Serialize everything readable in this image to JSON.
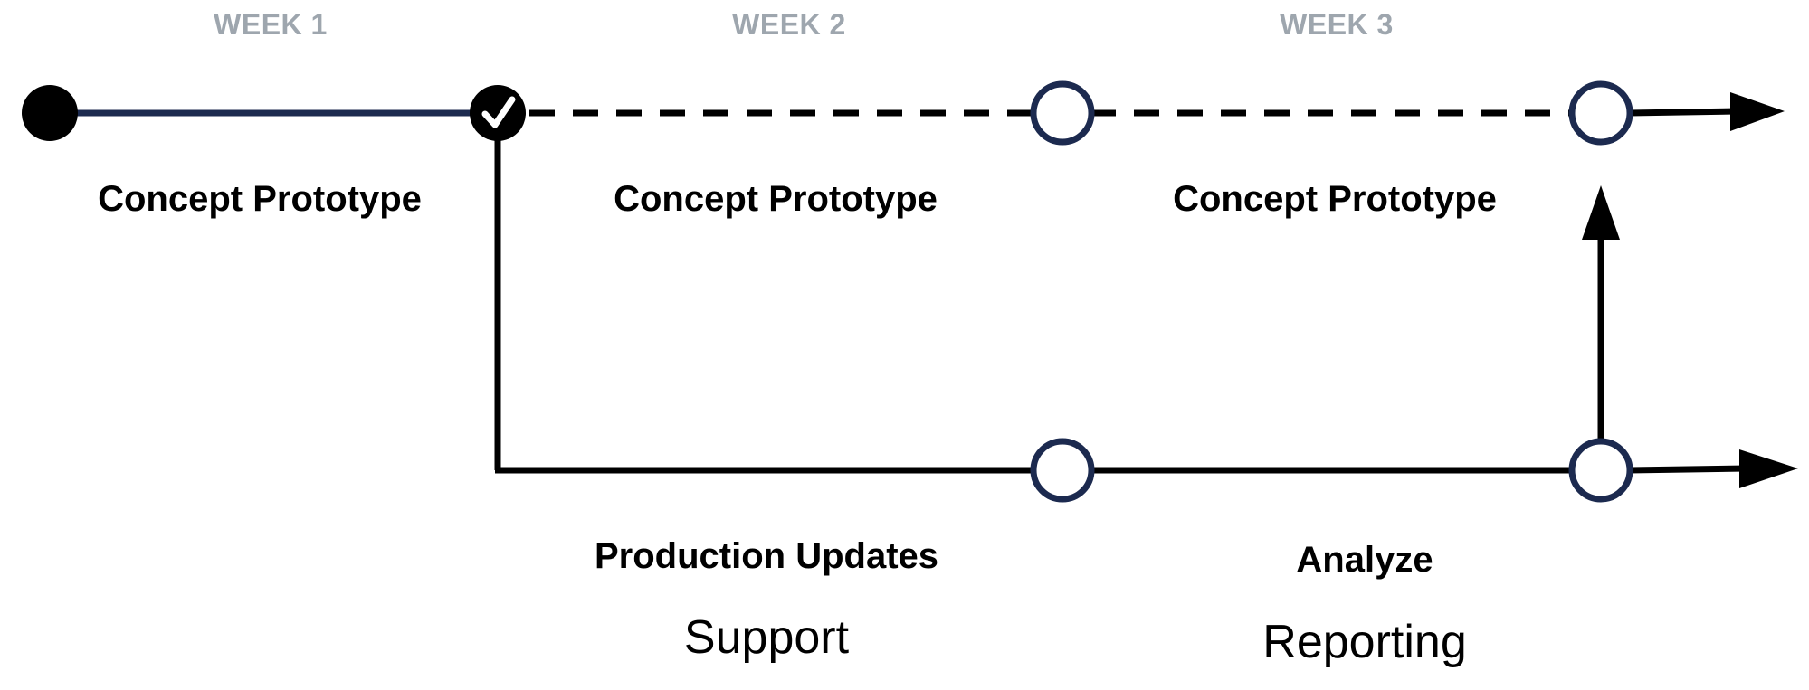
{
  "weeks": [
    "WEEK 1",
    "WEEK 2",
    "WEEK 3"
  ],
  "top_track": {
    "labels": [
      "Concept Prototype",
      "Concept Prototype",
      "Concept Prototype"
    ]
  },
  "bottom_track": {
    "labels": [
      "Production Updates",
      "Analyze"
    ],
    "sublabels": [
      "Support",
      "Reporting"
    ]
  },
  "colors": {
    "navy": "#1c2a4f",
    "black": "#000000",
    "week_gray": "#9ea6ae",
    "node_fill": "#ffffff"
  },
  "icons": [
    "filled-dot-icon",
    "check-icon",
    "hollow-circle-icon",
    "arrowhead-icon"
  ]
}
